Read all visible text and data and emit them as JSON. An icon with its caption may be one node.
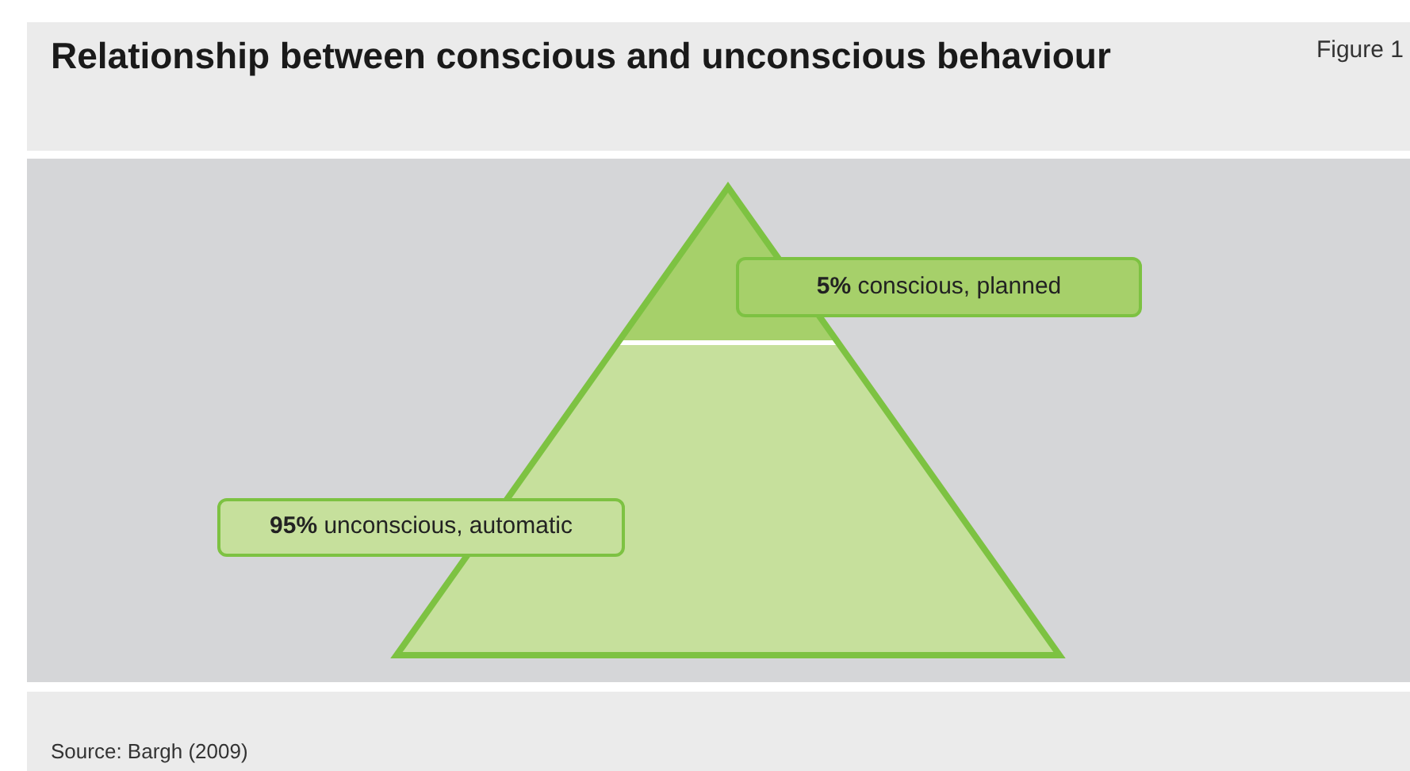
{
  "diagram": {
    "title": "Relationship between conscious and unconscious behaviour",
    "caption": "Source: Bargh (2009)",
    "nodes": [
      {
        "text": [
          "**5%** conscious, planned"
        ]
      },
      {
        "text": [
          "**95%** unconscious, automatic"
        ]
      }
    ],
    "labels": [
      "Figure 1"
    ]
  }
}
